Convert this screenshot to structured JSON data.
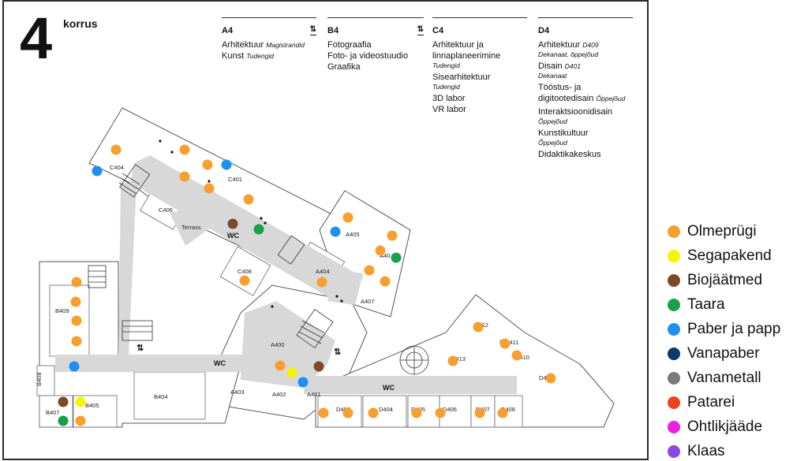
{
  "floor": {
    "number": "4",
    "label": "korrus"
  },
  "wings": [
    {
      "code": "A4",
      "lift_icon": "⇅",
      "entries": [
        {
          "text": "Arhitektuur",
          "note": "Magistrandid"
        },
        {
          "text": "Kunst",
          "note": "Tudengid"
        }
      ]
    },
    {
      "code": "B4",
      "lift_icon": "⇅",
      "entries": [
        {
          "text": "Fotograafia"
        },
        {
          "text": "Foto- ja videostuudio"
        },
        {
          "text": "Graafika"
        }
      ]
    },
    {
      "code": "C4",
      "entries": [
        {
          "text": "Arhitektuur ja linnaplaneerimine",
          "sub": "Tudengid"
        },
        {
          "text": "Sisearhitektuur",
          "sub": "Tudengid"
        },
        {
          "text": "3D labor"
        },
        {
          "text": "VR labor"
        }
      ]
    },
    {
      "code": "D4",
      "entries": [
        {
          "text": "Arhitektuur",
          "room": "D409",
          "sub": "Dekanaat, õppejõud"
        },
        {
          "text": "Disain",
          "room": "D401",
          "sub": "Dekanaat"
        },
        {
          "text": "Tööstus- ja digitootedisain",
          "note": "Õppejõud"
        },
        {
          "text": "Interaktsioonidisain",
          "sub": "Õppejõud"
        },
        {
          "text": "Kunstikultuur",
          "sub": "Õppejõud"
        },
        {
          "text": "Didaktikakeskus"
        }
      ]
    }
  ],
  "rooms": [
    "C404",
    "C401",
    "C406",
    "Terrass",
    "C408",
    "A405",
    "A404",
    "A40",
    "A407",
    "A400",
    "B409",
    "B408",
    "B407",
    "B405",
    "B404",
    "A403",
    "A402",
    "A401",
    "D4",
    "D413",
    "D4",
    "D4",
    "D402",
    "D404",
    "D405",
    "D406",
    "D407",
    "D408",
    "D410",
    "D411",
    "D412"
  ],
  "wc_label": "WC",
  "bin_colors": {
    "olmeprugi": "#f7a030",
    "segapakend": "#f5f500",
    "biojaatmed": "#7a4a2a",
    "taara": "#1aa04a",
    "paber": "#1e90f0",
    "vanapaber": "#0a3a6a",
    "vanametall": "#7a7a7a",
    "patarei": "#f04020",
    "ohtlik": "#f01ee0",
    "klaas": "#8a4ae8"
  },
  "legend": [
    {
      "label": "Olmeprügi",
      "color": "#f7a030"
    },
    {
      "label": "Segapakend",
      "color": "#f5f500"
    },
    {
      "label": "Biojäätmed",
      "color": "#7a4a2a"
    },
    {
      "label": "Taara",
      "color": "#1aa04a"
    },
    {
      "label": "Paber ja papp",
      "color": "#1e90f0"
    },
    {
      "label": "Vanapaber",
      "color": "#0a3a6a"
    },
    {
      "label": "Vanametall",
      "color": "#7a7a7a"
    },
    {
      "label": "Patarei",
      "color": "#f04020"
    },
    {
      "label": "Ohtlikjääde",
      "color": "#f01ee0"
    },
    {
      "label": "Klaas",
      "color": "#8a4ae8"
    }
  ]
}
